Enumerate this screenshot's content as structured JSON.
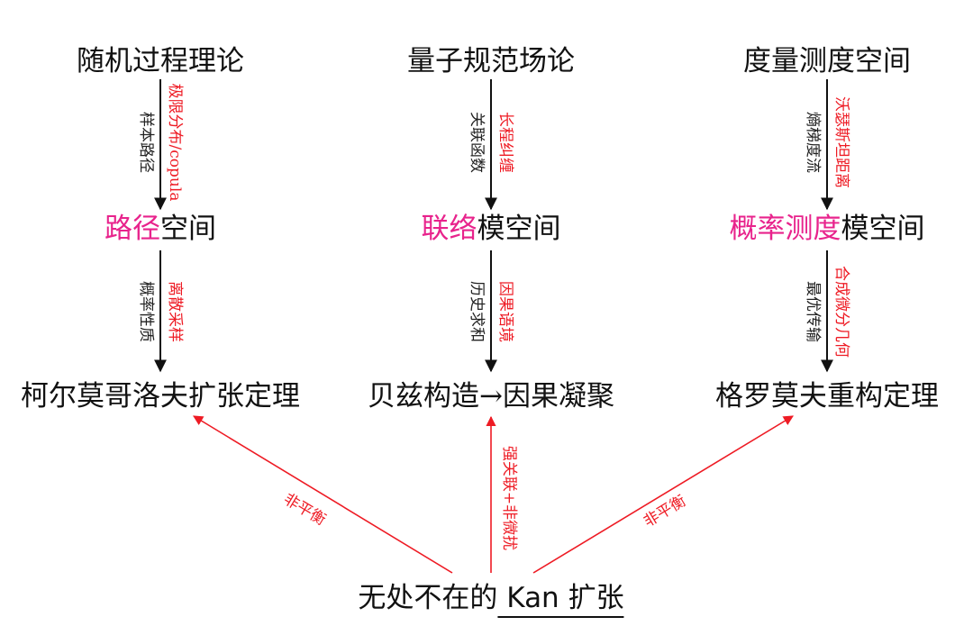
{
  "colors": {
    "arrow_black": "#111111",
    "arrow_red": "#ee1b24",
    "highlight": "#e8238c"
  },
  "columns": [
    {
      "top": "随机过程理论",
      "mid_highlight": "路径",
      "mid_rest": "空间",
      "bottom": "柯尔莫哥洛夫扩张定理",
      "arrow1_left": "样本路径",
      "arrow1_right": "极限分布/copula",
      "arrow2_left": "概率性质",
      "arrow2_right": "离散采样"
    },
    {
      "top": "量子规范场论",
      "mid_highlight": "联络",
      "mid_rest": "模空间",
      "bottom": "贝兹构造→因果凝聚",
      "arrow1_left": "关联函数",
      "arrow1_right": "长程纠缠",
      "arrow2_left": "历史求和",
      "arrow2_right": "因果语境"
    },
    {
      "top": "度量测度空间",
      "mid_highlight": "概率测度",
      "mid_rest": "模空间",
      "bottom": "格罗莫夫重构定理",
      "arrow1_left": "熵梯度流",
      "arrow1_right": "沃瑟斯坦距离",
      "arrow2_left": "最优传输",
      "arrow2_right": "合成微分几何"
    }
  ],
  "bottom_node": {
    "prefix": "无处不在的",
    "kan": "Kan",
    "suffix": "扩张"
  },
  "bottom_arrows": {
    "left": "非平衡",
    "center": "强关联+非微扰",
    "right": "非平衡"
  }
}
